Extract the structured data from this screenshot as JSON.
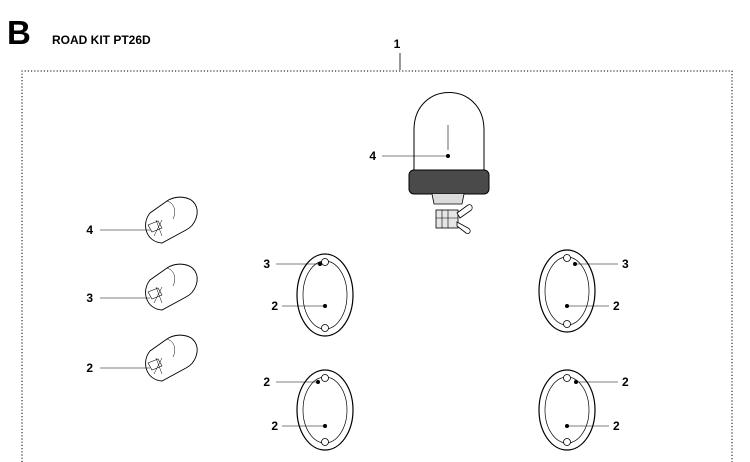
{
  "header": {
    "section_letter": "B",
    "section_title": "ROAD KIT PT26D"
  },
  "diagram": {
    "assembly_callout": "1",
    "beacon": {
      "callouts": [
        "4"
      ]
    },
    "bulbs": [
      {
        "callout": "4"
      },
      {
        "callout": "3"
      },
      {
        "callout": "2"
      }
    ],
    "lamps": [
      {
        "top_callout": "3",
        "center_callout": "2"
      },
      {
        "top_callout": "3",
        "center_callout": "2"
      },
      {
        "top_callout": "2",
        "center_callout": "2"
      },
      {
        "top_callout": "2",
        "center_callout": "2"
      }
    ]
  }
}
